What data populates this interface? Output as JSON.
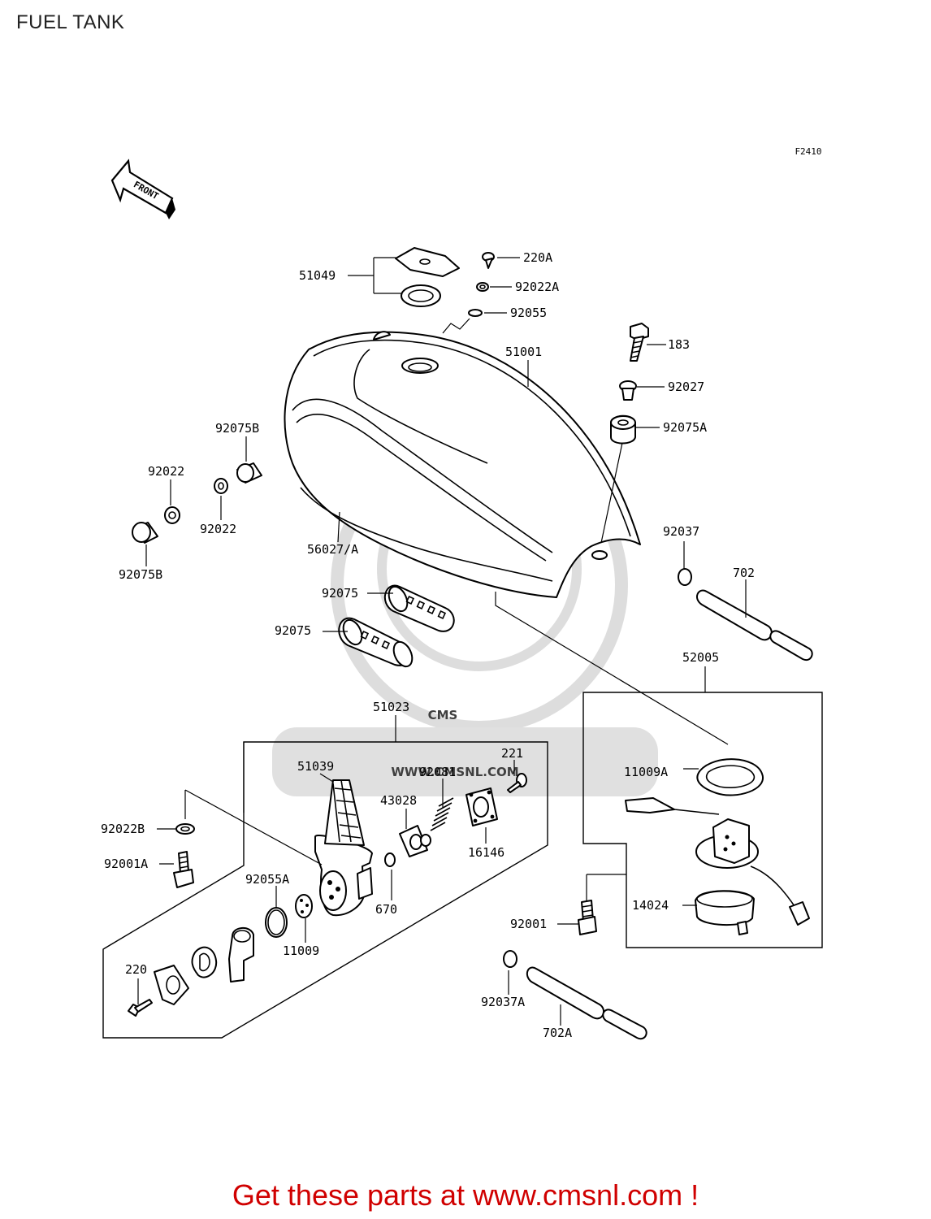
{
  "page": {
    "title": "FUEL TANK",
    "figure_code": "F2410",
    "footer": "Get these parts at www.cmsnl.com !"
  },
  "front_arrow": {
    "label": "FRONT",
    "icon": "front-direction-arrow-icon"
  },
  "watermark": {
    "brand": "CMS",
    "url": "WWW.CMSNL.COM",
    "color": "#c8c8c8"
  },
  "colors": {
    "line": "#000000",
    "footer": "#d00000",
    "watermark": "#c8c8c8"
  },
  "parts": {
    "p51049": "51049",
    "p220A": "220A",
    "p92022A": "92022A",
    "p92055": "92055",
    "p51001": "51001",
    "p183": "183",
    "p92027": "92027",
    "p92075A": "92075A",
    "p92075B_top": "92075B",
    "p92022_top": "92022",
    "p92022_mid": "92022",
    "p92075B_bot": "92075B",
    "p56027": "56027/A",
    "p92037": "92037",
    "p702": "702",
    "p92075_a": "92075",
    "p92075_b": "92075",
    "p52005": "52005",
    "p51023": "51023",
    "p51039": "51039",
    "p92081": "92081",
    "p221": "221",
    "p43028": "43028",
    "p16146": "16146",
    "p11009A": "11009A",
    "p92022B": "92022B",
    "p92001A": "92001A",
    "p92055A": "92055A",
    "p670": "670",
    "p11009": "11009",
    "p14024": "14024",
    "p92001": "92001",
    "p220": "220",
    "p92037A": "92037A",
    "p702A": "702A"
  }
}
